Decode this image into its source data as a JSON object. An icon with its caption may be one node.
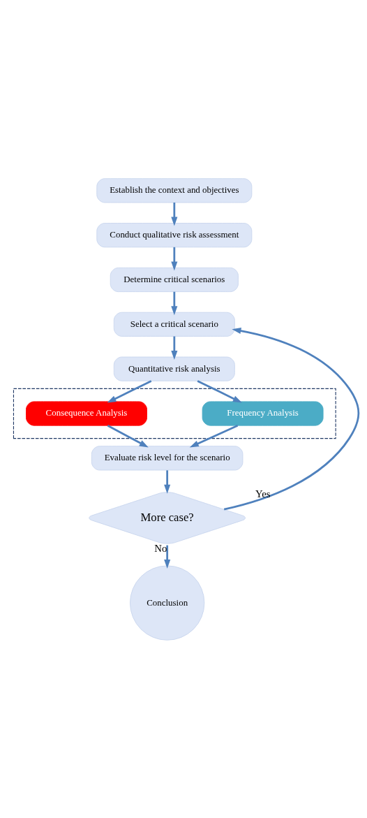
{
  "diagram": {
    "nodes": [
      {
        "text": [
          "Establish the context and objectives"
        ]
      },
      {
        "text": [
          "Conduct qualitative risk assessment"
        ]
      },
      {
        "text": [
          "Determine critical scenarios"
        ]
      },
      {
        "text": [
          "Select a critical scenario"
        ]
      },
      {
        "text": [
          "Quantitative risk analysis"
        ]
      },
      {
        "text": [],
        "shape": "box"
      },
      {
        "text": [
          "Frequency Analysis"
        ],
        "in": 5
      },
      {
        "text": [
          "Consequence Analysis"
        ],
        "in": 5
      },
      {
        "text": [
          "Evaluate risk level for the scenario"
        ]
      },
      {
        "text": [
          "More case?"
        ]
      },
      {
        "text": [
          "Conclusion"
        ]
      }
    ],
    "edges": [
      {
        "from": 0,
        "to": 1,
        "arrow": "to"
      },
      {
        "from": 1,
        "to": 2,
        "arrow": "to"
      },
      {
        "from": 2,
        "to": 3,
        "arrow": "to"
      },
      {
        "from": 3,
        "to": 4,
        "arrow": "to"
      },
      {
        "from": 4,
        "to": 6,
        "arrow": "to"
      },
      {
        "from": 4,
        "to": 7,
        "arrow": "to"
      },
      {
        "from": 6,
        "to": 8,
        "arrow": "to"
      },
      {
        "from": 7,
        "to": 8,
        "arrow": "to"
      },
      {
        "from": 8,
        "to": 9,
        "arrow": "to"
      },
      {
        "from": 9,
        "to": 3,
        "label": "Yes",
        "arrow": "to"
      },
      {
        "from": 9,
        "to": 10,
        "label": "No",
        "arrow": "to"
      }
    ]
  }
}
